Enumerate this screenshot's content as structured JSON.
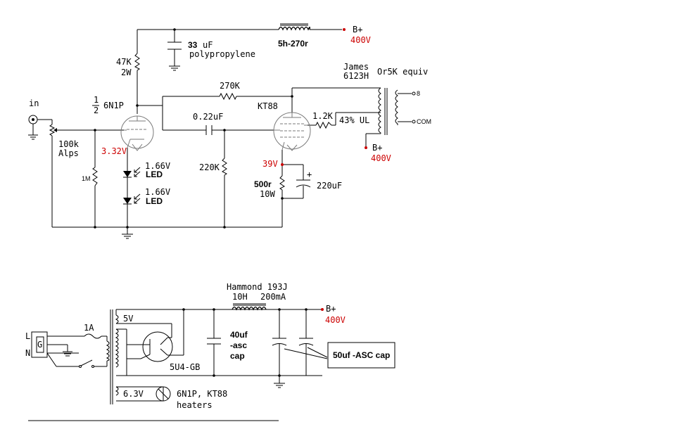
{
  "amp": {
    "input_label": "in",
    "volume_pot": [
      "100k",
      "Alps"
    ],
    "grid_resistor": "1M",
    "half_label": [
      "1",
      "2"
    ],
    "driver_tube": "6N1P",
    "driver_cathode_v": "3.32V",
    "led1_v": "1.66V",
    "led1_label": "LED",
    "led2_v": "1.66V",
    "led2_label": "LED",
    "plate_resistor": [
      "47K",
      "2W"
    ],
    "bypass_cap": [
      "33",
      "uF",
      "polypropylene"
    ],
    "choke": "5h-270r",
    "bplus_top": "B+",
    "bplus_top_v": "400V",
    "feedback_resistor": "270K",
    "coupling_cap": "0.22uF",
    "output_grid_resistor": "220K",
    "output_tube": "KT88",
    "grid_stopper": "1.2K",
    "ul_tap": "43% UL",
    "transformer": [
      "James",
      "6123H",
      "Or5K equiv"
    ],
    "tap_8": "8",
    "tap_com": "COM",
    "bplus_ot": "B+",
    "bplus_ot_v": "400V",
    "output_cathode_v": "39V",
    "cathode_resistor": [
      "500r",
      "10W"
    ],
    "cathode_cap_polarity": "+",
    "cathode_cap": "220uF"
  },
  "psu": {
    "mains_l": "L",
    "mains_g": "G",
    "mains_n": "N",
    "fuse": "1A",
    "winding_5v": "5V",
    "rectifier": "5U4-GB",
    "winding_63v": "6.3V",
    "heaters": [
      "6N1P, KT88",
      "heaters"
    ],
    "choke": [
      "Hammond 193J",
      "10H",
      "200mA"
    ],
    "first_cap": [
      "40uf",
      "-asc",
      "cap"
    ],
    "callout": "50uf -ASC cap",
    "bplus": "B+",
    "bplus_v": "400V"
  },
  "colors": {
    "annotation_red": "#cc0000",
    "tube_grey": "#7a7a7a"
  }
}
